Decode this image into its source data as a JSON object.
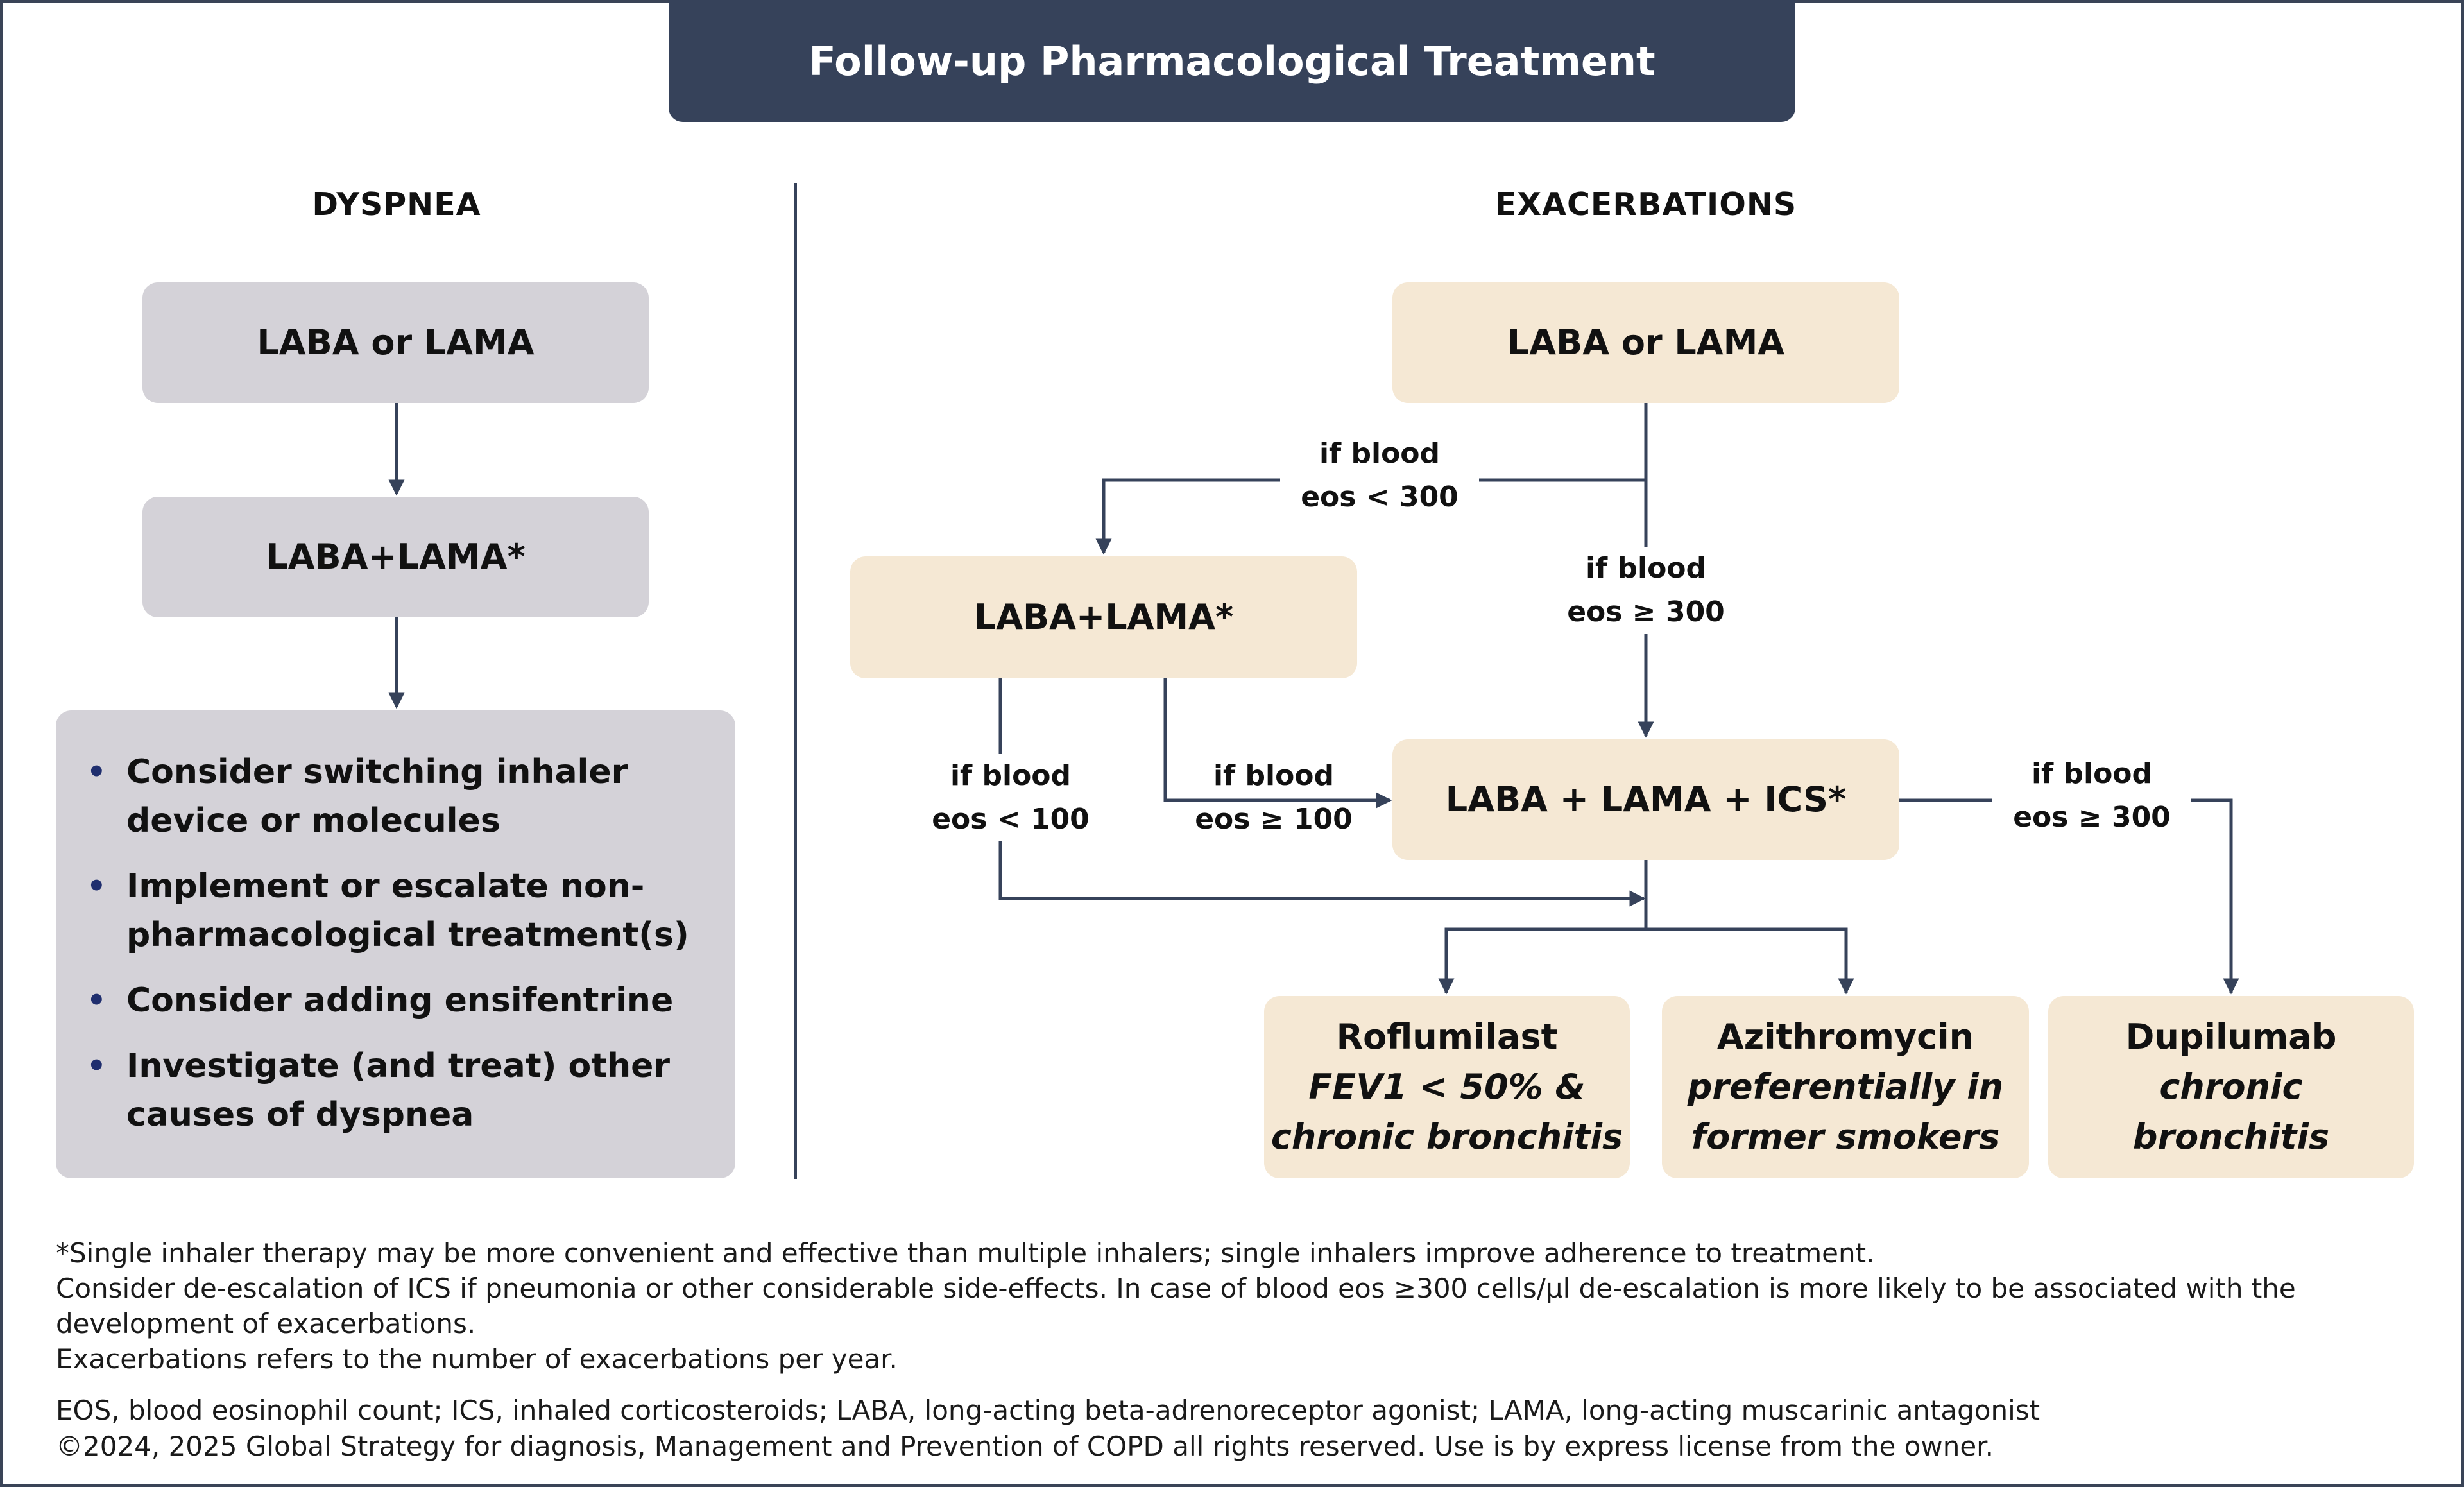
{
  "title": "Follow-up Pharmacological Treatment",
  "dyspnea": {
    "heading": "DYSPNEA",
    "step1": "LABA or LAMA",
    "step2": "LABA+LAMA*",
    "bullets": [
      "Consider switching inhaler device or molecules",
      "Implement or escalate non-pharmacological treatment(s)",
      "Consider adding ensifentrine",
      "Investigate (and treat) other causes of dyspnea"
    ]
  },
  "exacerbations": {
    "heading": "EXACERBATIONS",
    "step1": "LABA or LAMA",
    "step2": "LABA+LAMA*",
    "step3": "LABA + LAMA + ICS*",
    "conditions": {
      "lt300": [
        "if blood",
        "eos < 300"
      ],
      "ge300_down": [
        "if blood",
        "eos ≥ 300"
      ],
      "lt100": [
        "if blood",
        "eos < 100"
      ],
      "ge100": [
        "if blood",
        "eos ≥ 100"
      ],
      "ge300_right": [
        "if blood",
        "eos ≥ 300"
      ]
    },
    "options": [
      {
        "name": "Roflumilast",
        "cond1": "FEV1 < 50% &",
        "cond2": "chronic bronchitis"
      },
      {
        "name": "Azithromycin",
        "cond1": "preferentially in",
        "cond2": "former smokers"
      },
      {
        "name": "Dupilumab",
        "cond1": "chronic",
        "cond2": "bronchitis"
      }
    ]
  },
  "footnotes": [
    "*Single inhaler therapy may be more convenient and effective than multiple inhalers; single inhalers improve adherence to treatment.",
    "Consider de-escalation of ICS if pneumonia or other considerable side-effects. In case of blood eos ≥300 cells/µl de-escalation is more likely to be associated with the development of exacerbations.",
    "Exacerbations refers to the number of exacerbations per year."
  ],
  "legal": [
    "EOS, blood eosinophil count; ICS, inhaled corticosteroids; LABA, long-acting beta-adrenoreceptor agonist; LAMA, long-acting muscarinic antagonist",
    "©2024, 2025 Global Strategy for diagnosis, Management and Prevention of COPD all rights reserved. Use is by express license from the owner."
  ],
  "colors": {
    "navy": "#36425a",
    "grey_box": "#d4d2d8",
    "beige_box": "#f5e8d4",
    "bullet": "#1f2e6e"
  }
}
